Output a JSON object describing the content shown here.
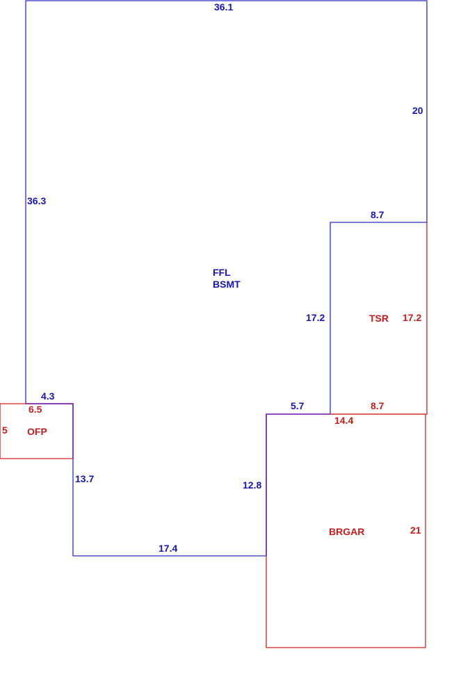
{
  "colors": {
    "main_area": "#2a2ad0",
    "attached_area": "#d42020",
    "shared_edge": "#7a1fa8"
  },
  "main_area": {
    "label_line1": "FFL",
    "label_line2": "BSMT",
    "dimensions": {
      "top": "36.1",
      "right_upper": "20",
      "left": "36.3",
      "tsr_top": "8.7",
      "tsr_left": "17.2",
      "ofp_top": "4.3",
      "step_right": "5.7",
      "lower_left": "13.7",
      "garage_left": "12.8",
      "bottom": "17.4"
    }
  },
  "tsr": {
    "label": "TSR",
    "dimensions": {
      "right": "17.2",
      "bottom": "8.7"
    }
  },
  "ofp": {
    "label": "OFP",
    "dimensions": {
      "top": "6.5",
      "left": "5"
    }
  },
  "brgar": {
    "label": "BRGAR",
    "dimensions": {
      "top": "14.4",
      "right": "21"
    }
  }
}
